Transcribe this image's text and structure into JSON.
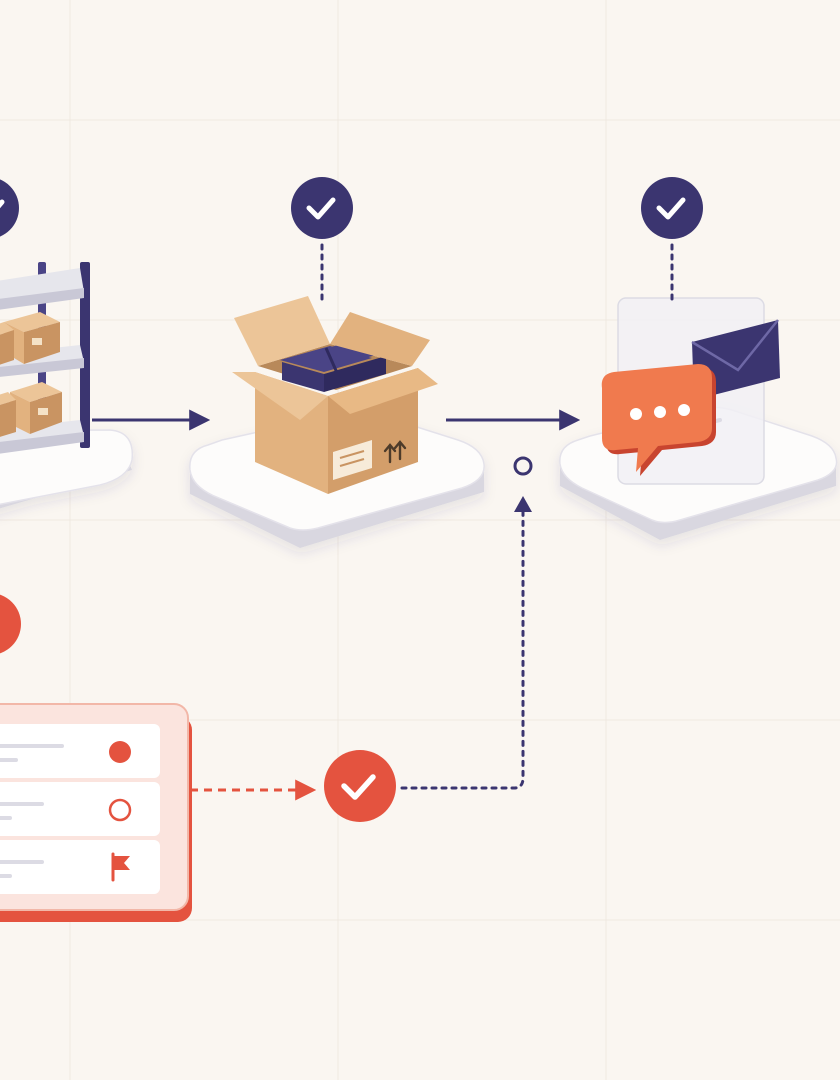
{
  "palette": {
    "background": "#faf6f1",
    "grid": "#f0e9e1",
    "navy": "#3b3570",
    "navy_light": "#4a4486",
    "coral": "#e4533f",
    "coral_soft": "#f07a4e",
    "cardboard": "#e2b27f",
    "cardboard_dark": "#c99462",
    "cardboard_light": "#ecc598",
    "platform": "#fdfcfb",
    "platform_edge": "#d9d7e0",
    "shelf": "#e6e6ec"
  },
  "stages": [
    {
      "id": "warehouse",
      "icon": "warehouse-shelf-icon",
      "status": "complete",
      "status_icon": "check-icon"
    },
    {
      "id": "packing",
      "icon": "open-box-icon",
      "status": "complete",
      "status_icon": "check-icon"
    },
    {
      "id": "notification",
      "icon": "message-envelope-icon",
      "status": "complete",
      "status_icon": "check-icon"
    }
  ],
  "exception_panel": {
    "status": "alert",
    "rows": [
      {
        "indicator": "filled-dot-icon"
      },
      {
        "indicator": "empty-circle-icon"
      },
      {
        "indicator": "flag-icon"
      }
    ],
    "resolution_icon": "check-icon"
  },
  "connectors": [
    {
      "from": "warehouse",
      "to": "packing",
      "style": "solid"
    },
    {
      "from": "packing",
      "to": "notification",
      "style": "solid"
    },
    {
      "from": "exception_panel",
      "to": "resolution",
      "style": "dashed"
    },
    {
      "from": "resolution",
      "to": "packing-notification-junction",
      "style": "dotted"
    }
  ]
}
